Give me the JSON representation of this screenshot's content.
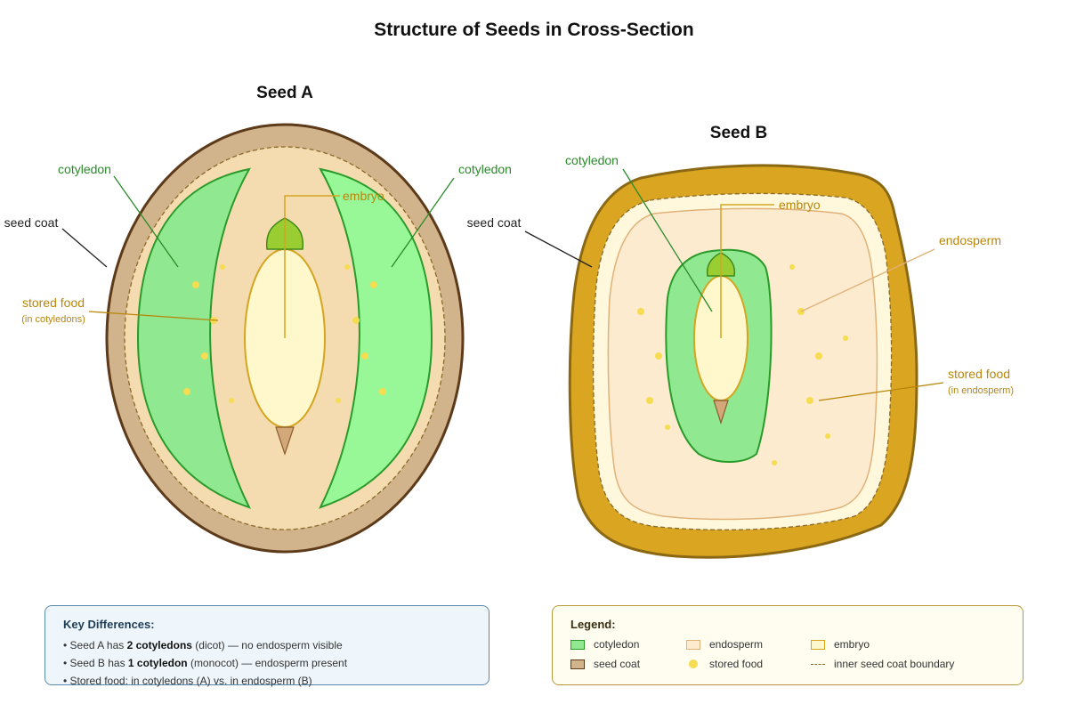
{
  "title": "Structure of Seeds in Cross-Section",
  "seed_a": {
    "title": "Seed A",
    "labels": {
      "cotyledon_left": "cotyledon",
      "cotyledon_right": "cotyledon",
      "seed_coat": "seed coat",
      "embryo": "embryo",
      "stored_food": "stored food",
      "stored_food_note": "(in cotyledons)"
    }
  },
  "seed_b": {
    "title": "Seed B",
    "labels": {
      "cotyledon": "cotyledon",
      "seed_coat": "seed coat",
      "embryo": "embryo",
      "endosperm": "endosperm",
      "stored_food": "stored food",
      "stored_food_note": "(in endosperm)"
    }
  },
  "key_differences": {
    "title": "Key Differences:",
    "items": [
      {
        "pre": "• Seed A has ",
        "bold": "2 cotyledons",
        "post": " (dicot) — no endosperm visible"
      },
      {
        "pre": "• Seed B has ",
        "bold": "1 cotyledon",
        "post": " (monocot) — endosperm present"
      },
      {
        "pre": "• Stored food: in cotyledons (A) vs. in endosperm (B)",
        "bold": "",
        "post": ""
      }
    ]
  },
  "legend": {
    "title": "Legend:",
    "items": {
      "cotyledon": "cotyledon",
      "endosperm": "endosperm",
      "embryo": "embryo",
      "seed_coat": "seed coat",
      "stored_food": "stored food",
      "inner_boundary": "inner seed coat boundary"
    }
  },
  "colors": {
    "cotyledon_fill": "#90e890",
    "cotyledon_stroke": "#2a9a2a",
    "seed_coat_a": "#d2b48c",
    "seed_coat_a_stroke": "#5c3a1a",
    "seed_coat_b": "#daa520",
    "seed_coat_b_stroke": "#8b6914",
    "endosperm": "#fdebd0",
    "embryo_fill": "#fff8cc",
    "embryo_stroke": "#d4a520",
    "stored_food": "#f5dc50",
    "label_green": "#2a8a2a",
    "label_gold": "#b8860b",
    "label_dark": "#222222"
  }
}
